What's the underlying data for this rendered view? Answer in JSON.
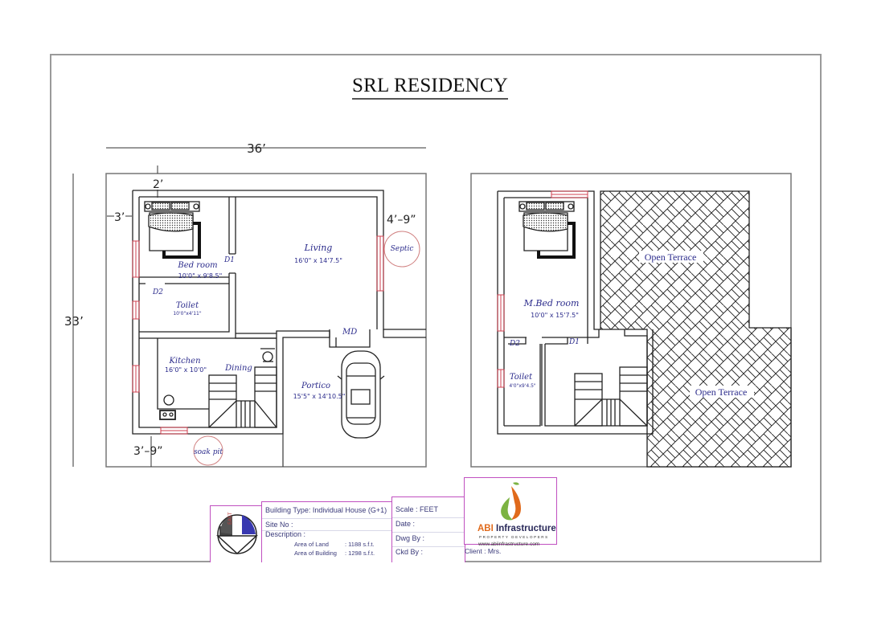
{
  "title": "SRL RESIDENCY",
  "ground_floor": {
    "overall_width": "36’",
    "overall_depth": "33’",
    "setback_top": "2’",
    "setback_left": "3’",
    "setback_right": "4’–9”",
    "setback_bottom": "3’–9”",
    "rooms": [
      {
        "name": "Bed room",
        "size": "10'0\" x 9'8.5\""
      },
      {
        "name": "Toilet",
        "size": "10'0\"x4'11\""
      },
      {
        "name": "Living",
        "size": "16'0\" x 14'7.5\""
      },
      {
        "name": "Kitchen",
        "size": "16'0\" x 10'0\""
      },
      {
        "name": "Dining",
        "size": ""
      },
      {
        "name": "Portico",
        "size": "15'5\" x 14'10.5\""
      }
    ],
    "doors": {
      "d1": "D1",
      "d2": "D2",
      "md": "MD"
    },
    "septic": "Septic",
    "soak_pit": "soak pit"
  },
  "first_floor": {
    "rooms": [
      {
        "name": "M.Bed room",
        "size": "10'0\" x 15'7.5\""
      },
      {
        "name": "Toilet",
        "size": "4'0\"x9'4.5\""
      }
    ],
    "doors": {
      "d1": "D1",
      "d2": "D2"
    },
    "terraces": [
      "Open Terrace",
      "Open Terrace"
    ]
  },
  "title_block": {
    "compass_label": "EAST",
    "building_type": "Building Type:  Individual House (G+1)",
    "site_no": "Site No       :",
    "description": "Description   :",
    "area_of_land_label": "Area of Land",
    "area_of_land_value": ": 1188 s.f.t.",
    "area_of_building_label": "Area of Building",
    "area_of_building_value": ": 1298 s.f.t.",
    "scale": "Scale    :  FEET",
    "date": "Date      :",
    "dwg_by": "Dwg By :",
    "ckd_by": "Ckd  By :",
    "client": "Client  :  Mrs.",
    "company_abi": "ABI",
    "company_rest": " Infrastructure",
    "company_tagline": "PROPERTY DEVELOPERS",
    "company_url": "www.abiinfrastructure.com"
  },
  "colors": {
    "line": "#222222",
    "window": "#d04050",
    "label": "#2c2c8c",
    "frame": "#9a9a9a",
    "titleblock_border": "#c050c0"
  }
}
